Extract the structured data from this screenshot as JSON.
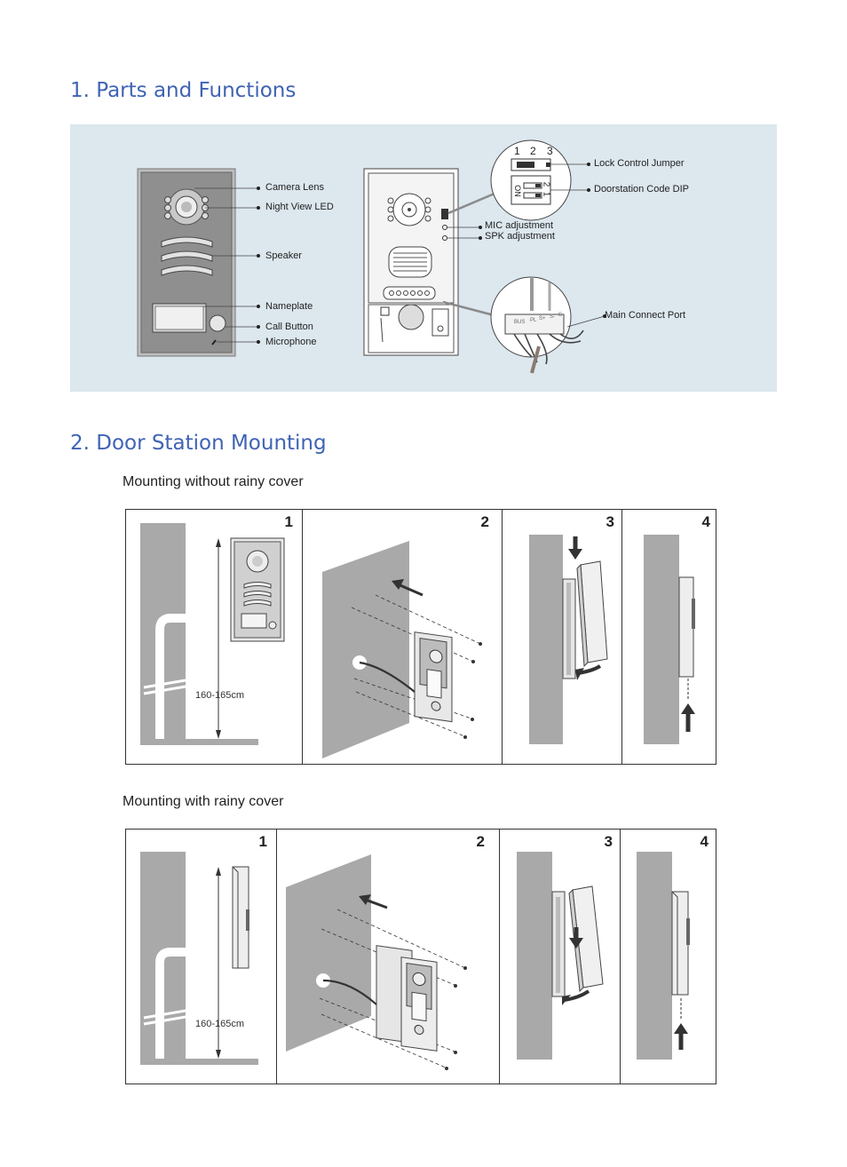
{
  "section1": {
    "title": "1. Parts and Functions"
  },
  "section2": {
    "title": "2. Door Station Mounting"
  },
  "parts": {
    "camera_lens": "Camera Lens",
    "night_view_led": "Night View LED",
    "speaker": "Speaker",
    "nameplate": "Nameplate",
    "call_button": "Call Button",
    "microphone": "Microphone",
    "lock_control_jumper": "Lock Control Jumper",
    "doorstation_code_dip": "Doorstation Code DIP",
    "mic_adjustment": "MIC adjustment",
    "spk_adjustment": "SPK adjustment",
    "main_connect_port": "Main Connect Port",
    "jumper_numbers": [
      "1",
      "2",
      "3"
    ],
    "dip_on": "ON",
    "dip_1": "1",
    "dip_2": "2",
    "port_labels": [
      "BUS",
      "PL",
      "S+",
      "S-",
      "S"
    ]
  },
  "mounting_without_cover": {
    "title": "Mounting without rainy cover",
    "steps": [
      "1",
      "2",
      "3",
      "4"
    ],
    "height": "160-165cm"
  },
  "mounting_with_cover": {
    "title": "Mounting with rainy cover",
    "steps": [
      "1",
      "2",
      "3",
      "4"
    ],
    "height": "160-165cm"
  },
  "colors": {
    "heading": "#3f63b4",
    "panel": "#dce7ee",
    "wall": "#a9a9a9"
  }
}
